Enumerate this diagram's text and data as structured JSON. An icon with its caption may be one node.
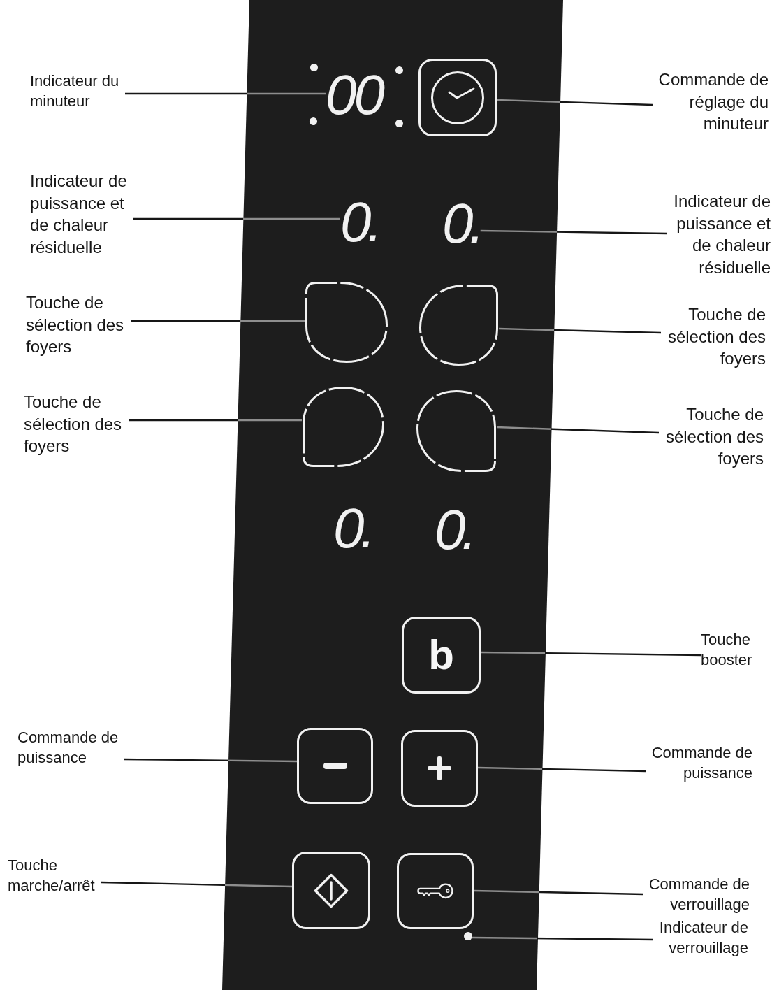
{
  "diagram": {
    "nodes": [
      {
        "text": [],
        "shape": "box"
      },
      {
        "text": [
          "Indicateur du minuteur"
        ]
      },
      {
        "text": [
          "00"
        ],
        "in": 0
      },
      {
        "text": [],
        "shape": "box",
        "in": 0
      },
      {
        "text": [
          "Commande de réglage du minuteur"
        ]
      },
      {
        "text": [
          "Indicateur de puissance et de chaleur résiduelle"
        ]
      },
      {
        "text": [
          "0."
        ],
        "in": 0
      },
      {
        "text": [
          "0."
        ],
        "in": 0
      },
      {
        "text": [
          "Indicateur de puissance et de chaleur résiduelle"
        ]
      },
      {
        "text": [
          "Touche de sélection des foyers"
        ]
      },
      {
        "text": [],
        "shape": "circle",
        "in": 0
      },
      {
        "text": [],
        "shape": "circle",
        "in": 0
      },
      {
        "text": [
          "Touche de sélection des foyers"
        ]
      },
      {
        "text": [
          "Touche de sélection des foyers"
        ]
      },
      {
        "text": [],
        "shape": "circle",
        "in": 0
      },
      {
        "text": [],
        "shape": "circle",
        "in": 0
      },
      {
        "text": [
          "Touche de sélection des foyers"
        ]
      },
      {
        "text": [
          "b"
        ],
        "in": 0
      },
      {
        "text": [
          "Touche booster"
        ]
      },
      {
        "text": [
          "Commande de puissance"
        ]
      },
      {
        "text": [],
        "shape": "box",
        "in": 0
      },
      {
        "text": [],
        "shape": "box",
        "in": 0
      },
      {
        "text": [
          "Commande de puissance"
        ]
      },
      {
        "text": [
          "Touche marche/arrêt"
        ]
      },
      {
        "text": [],
        "shape": "box",
        "in": 0
      },
      {
        "text": [],
        "shape": "box",
        "in": 0
      },
      {
        "text": [
          "Commande de verrouillage"
        ]
      },
      {
        "text": [],
        "shape": "circle",
        "in": 0
      },
      {
        "text": [
          "Indicateur de verrouillage"
        ]
      }
    ],
    "edges": [
      {
        "from": 1,
        "to": 2,
        "arrow": "none"
      },
      {
        "from": 4,
        "to": 3,
        "arrow": "none"
      },
      {
        "from": 5,
        "to": 6,
        "arrow": "none"
      },
      {
        "from": 8,
        "to": 7,
        "arrow": "none"
      },
      {
        "from": 9,
        "to": 10,
        "arrow": "none"
      },
      {
        "from": 12,
        "to": 11,
        "arrow": "none"
      },
      {
        "from": 13,
        "to": 14,
        "arrow": "none"
      },
      {
        "from": 16,
        "to": 15,
        "arrow": "none"
      },
      {
        "from": 18,
        "to": 17,
        "arrow": "none"
      },
      {
        "from": 19,
        "to": 20,
        "arrow": "none"
      },
      {
        "from": 22,
        "to": 21,
        "arrow": "none"
      },
      {
        "from": 23,
        "to": 24,
        "arrow": "none"
      },
      {
        "from": 26,
        "to": 25,
        "arrow": "none"
      },
      {
        "from": 28,
        "to": 27,
        "arrow": "none"
      }
    ],
    "labels": [
      "0.",
      "0."
    ]
  }
}
